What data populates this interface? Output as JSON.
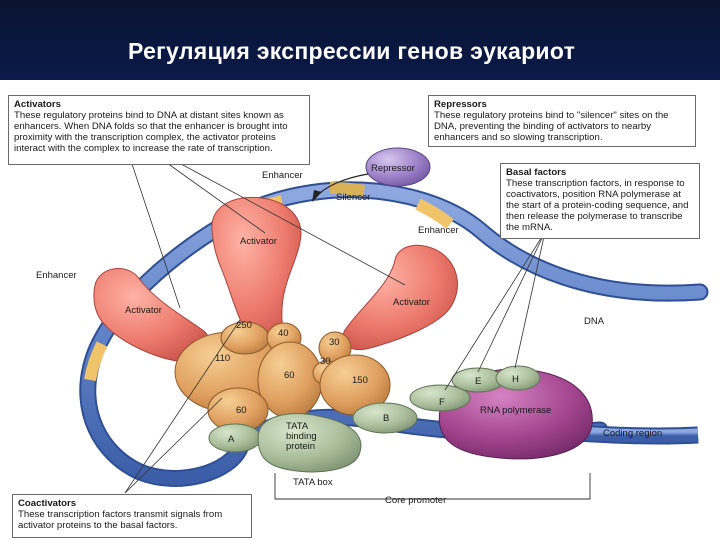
{
  "slide": {
    "title": "Регуляция экспрессии генов эукариот"
  },
  "boxes": {
    "activators": {
      "heading": "Activators",
      "text": "These regulatory proteins bind to DNA at distant sites known as enhancers. When DNA folds so that the enhancer is brought into proximity with the transcription complex, the activator proteins interact with the complex to increase the rate of transcription."
    },
    "repressors": {
      "heading": "Repressors",
      "text": "These regulatory proteins bind to \"silencer\" sites on the DNA, preventing the binding of activators to nearby enhancers and so slowing transcription."
    },
    "basal": {
      "heading": "Basal factors",
      "text": "These transcription factors, in response to coactivators, position RNA polymerase at the start of a protein-coding sequence, and then release the polymerase to transcribe the mRNA."
    },
    "coactivators": {
      "heading": "Coactivators",
      "text": "These transcription factors transmit signals from activator proteins to the basal factors."
    }
  },
  "labels": {
    "enhancer_top": "Enhancer",
    "enhancer_left": "Enhancer",
    "enhancer_right": "Enhancer",
    "silencer": "Silencer",
    "repressor": "Repressor",
    "activator_left": "Activator",
    "activator_center": "Activator",
    "activator_right": "Activator",
    "dna": "DNA",
    "rna_polymerase": "RNA polymerase",
    "coding_region": "Coding region",
    "tata_binding": "TATA binding protein",
    "tata_box": "TATA box",
    "core_promoter": "Core promoter"
  },
  "subunits": {
    "s250": "250",
    "s40": "40",
    "s30a": "30",
    "s30b": "30",
    "s110": "110",
    "s60a": "60",
    "s150": "150",
    "s60b": "60",
    "a": "A",
    "b": "B",
    "e": "E",
    "f": "F",
    "h": "H"
  },
  "colors": {
    "dna": "#5f82c8",
    "activator": "#e8766a",
    "coactivator": "#e0a060",
    "basal": "#a9bd9a",
    "polymerase": "#a2448e",
    "repressor": "#9a7fc6",
    "enhancer": "#f0c46a"
  }
}
